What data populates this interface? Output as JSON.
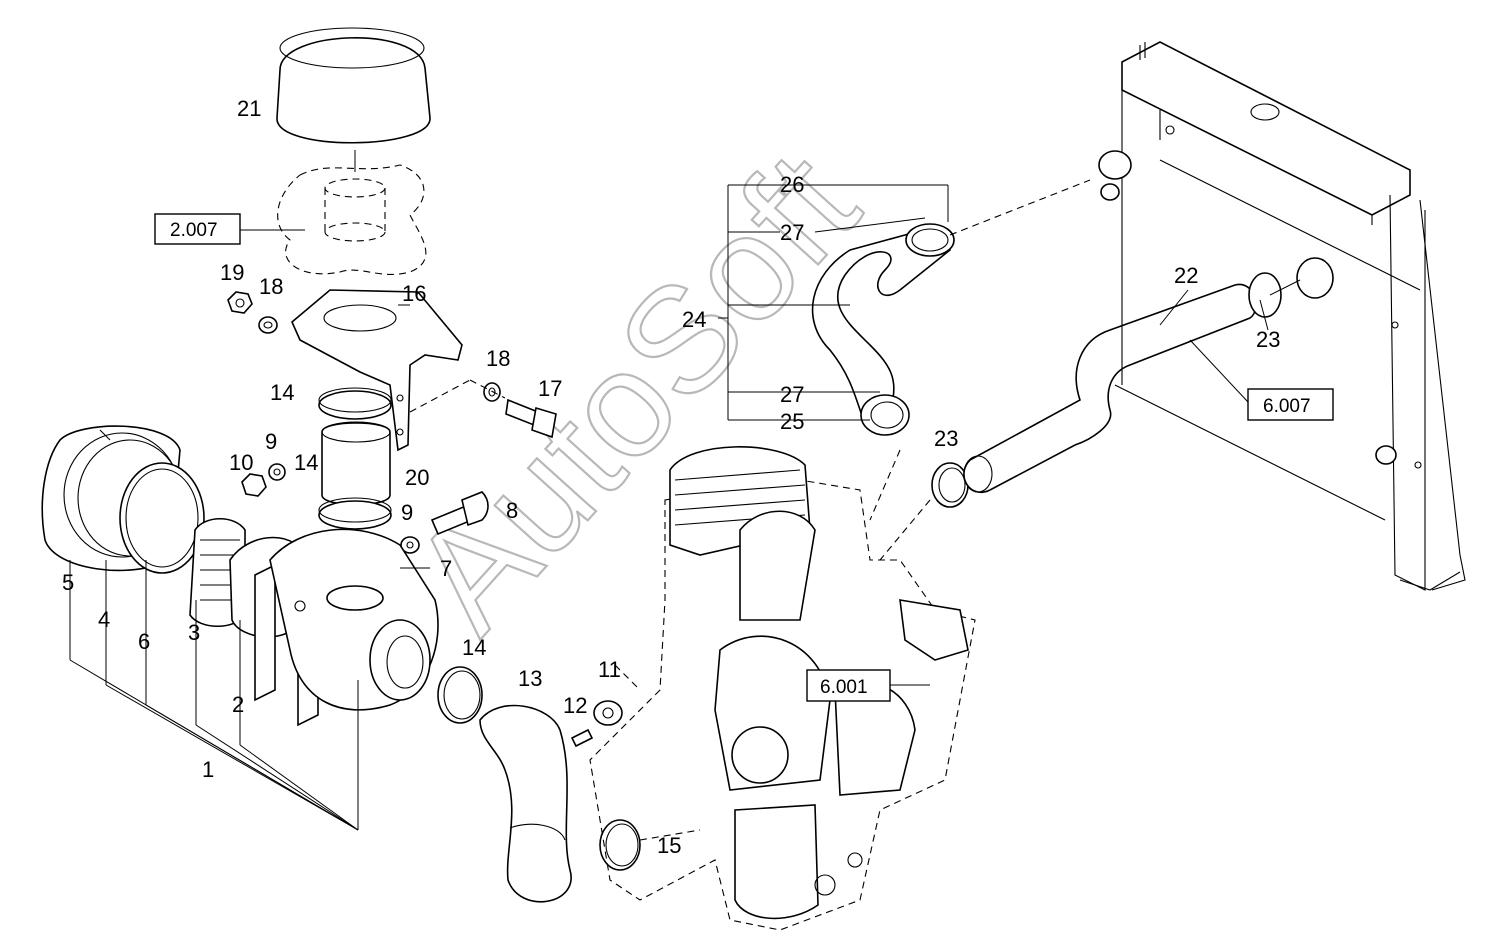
{
  "callouts": [
    {
      "id": "c21",
      "text": "21"
    },
    {
      "id": "c19",
      "text": "19"
    },
    {
      "id": "c18a",
      "text": "18"
    },
    {
      "id": "c16",
      "text": "16"
    },
    {
      "id": "c18b",
      "text": "18"
    },
    {
      "id": "c17",
      "text": "17"
    },
    {
      "id": "c14a",
      "text": "14"
    },
    {
      "id": "c9a",
      "text": "9"
    },
    {
      "id": "c10",
      "text": "10"
    },
    {
      "id": "c14b",
      "text": "14"
    },
    {
      "id": "c20",
      "text": "20"
    },
    {
      "id": "c9b",
      "text": "9"
    },
    {
      "id": "c8",
      "text": "8"
    },
    {
      "id": "c7",
      "text": "7"
    },
    {
      "id": "c5",
      "text": "5"
    },
    {
      "id": "c4",
      "text": "4"
    },
    {
      "id": "c6",
      "text": "6"
    },
    {
      "id": "c3",
      "text": "3"
    },
    {
      "id": "c2",
      "text": "2"
    },
    {
      "id": "c1",
      "text": "1"
    },
    {
      "id": "c14c",
      "text": "14"
    },
    {
      "id": "c13",
      "text": "13"
    },
    {
      "id": "c12",
      "text": "12"
    },
    {
      "id": "c11",
      "text": "11"
    },
    {
      "id": "c15",
      "text": "15"
    },
    {
      "id": "c26",
      "text": "26"
    },
    {
      "id": "c27a",
      "text": "27"
    },
    {
      "id": "c24",
      "text": "24"
    },
    {
      "id": "c27b",
      "text": "27"
    },
    {
      "id": "c25",
      "text": "25"
    },
    {
      "id": "c23a",
      "text": "23"
    },
    {
      "id": "c22",
      "text": "22"
    },
    {
      "id": "c23b",
      "text": "23"
    }
  ],
  "reference_boxes": [
    {
      "id": "ref-2007",
      "text": "2.007"
    },
    {
      "id": "ref-6001",
      "text": "6.001"
    },
    {
      "id": "ref-6007",
      "text": "6.007"
    }
  ],
  "watermark": "AutoSoft"
}
